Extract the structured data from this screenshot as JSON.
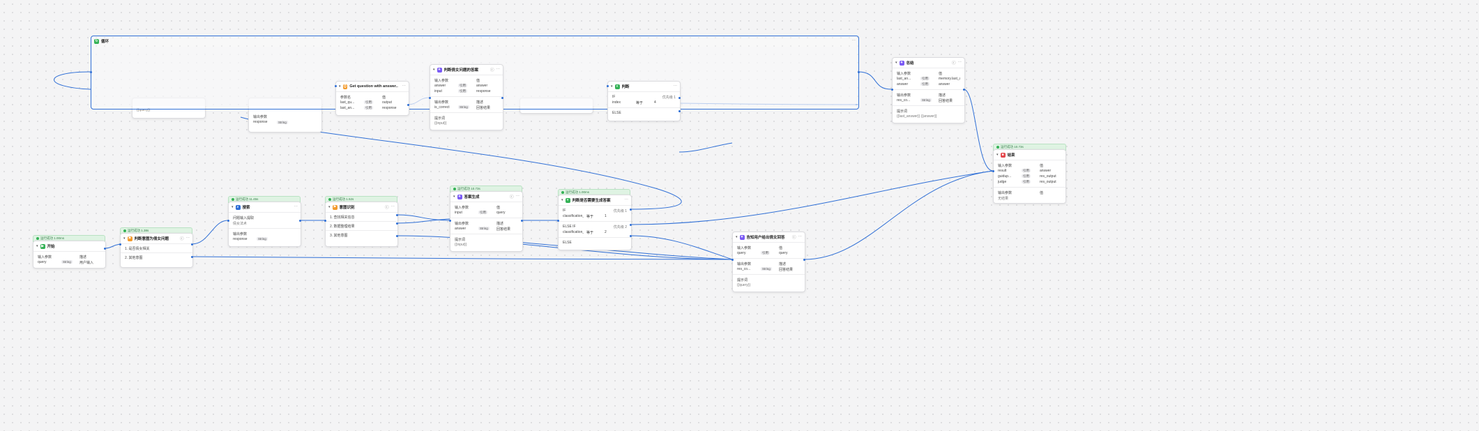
{
  "colors": {
    "accent": "#2f6fd6",
    "success": "#35b257",
    "background": "#f4f4f5"
  },
  "loop": {
    "title": "循环",
    "icon": "loop-icon"
  },
  "start": {
    "badge": "运行成功 1.00ms",
    "title": "开始",
    "input_header": "输入参数",
    "type_header": "描述",
    "param": "query",
    "type": "String",
    "desc": "用户输入"
  },
  "intent1": {
    "badge": "运行成功 1.38s",
    "title": "判断意图为倩女问题",
    "items": [
      "1. 是否倩女相关",
      "2. 其他意图"
    ]
  },
  "search": {
    "badge": "运行成功 11.45s",
    "title": "搜索",
    "in_header": "问题输入提取",
    "in_value": "倩女法术",
    "out_header": "输出参数",
    "out_name": "response",
    "out_type": "String"
  },
  "intent2": {
    "badge": "运行成功 1.52s",
    "title": "意图识别",
    "items": [
      "1. 查找相关信息",
      "2. 数据整理结果",
      "3. 其他意图"
    ]
  },
  "answer": {
    "badge": "运行成功 10.73s",
    "title": "答案生成",
    "in_header": "输入参数",
    "in_col": "值",
    "in_name": "input",
    "in_ref": "引用",
    "in_val": "query",
    "out_header": "输出参数",
    "out_col": "描述",
    "out_name": "answer",
    "out_type": "String",
    "out_desc": "回答结果",
    "prompt_label": "提示词",
    "prompt_val": "{{input}}"
  },
  "cond": {
    "badge": "运行成功 1.00ms",
    "title": "判断是否需要生成答案",
    "if_label": "IF",
    "prio1": "优先级 1",
    "c1_var": "classification_id",
    "c1_op": "等于",
    "c1_val": "1",
    "elif_label": "ELSE IF",
    "prio2": "优先级 2",
    "c2_var": "classification_id",
    "c2_op": "等于",
    "c2_val": "2",
    "else_label": "ELSE"
  },
  "rewrite": {
    "title": "告知用户给出倩女回答",
    "in_header": "输入参数",
    "in_col": "值",
    "in_name": "query",
    "in_ref": "引用",
    "in_val": "query",
    "out_header": "输出参数",
    "out_col": "描述",
    "out_name": "res_co...",
    "out_type": "String",
    "out_desc": "回答结果",
    "prompt_label": "提示词",
    "prompt_val": "{{query}}"
  },
  "end": {
    "badge": "运行成功 10.73s",
    "title": "结束",
    "in_header": "输入参数",
    "in_col": "值",
    "rows": [
      {
        "name": "result",
        "ref": "引用",
        "val": "answer"
      },
      {
        "name": "guidup...",
        "ref": "引用",
        "val": "res_output"
      },
      {
        "name": "judge",
        "ref": "引用",
        "val": "res_output"
      }
    ],
    "out_header": "输出参数",
    "out_col": "值",
    "out_val": "无结果"
  },
  "summary": {
    "title": "总结",
    "in_header": "输入参数",
    "in_col": "值",
    "rows": [
      {
        "name": "last_an...",
        "ref": "引用",
        "val": "memory.last_answer"
      },
      {
        "name": "answer",
        "ref": "引用",
        "val": "answer"
      }
    ],
    "out_header": "输出参数",
    "out_col": "描述",
    "out_name": "res_co...",
    "out_type": "String",
    "out_desc": "回答结果",
    "prompt_label": "提示词",
    "prompt_val": "{{last_answer}} {{answer}}"
  },
  "judge": {
    "title": "判断",
    "if_label": "IF",
    "prio": "优先级 1",
    "c_var": "index",
    "c_op": "等于",
    "c_val": "4",
    "else_label": "ELSE"
  },
  "getq": {
    "title": "Get question with answer...",
    "p_header": "参数名",
    "v_header": "值",
    "rows": [
      {
        "name": "last_qu...",
        "ref": "引用",
        "val": "output"
      },
      {
        "name": "last_an...",
        "ref": "引用",
        "val": "response"
      }
    ]
  },
  "proc": {
    "title": "判断倩女问题的答案",
    "in_header": "输入参数",
    "in_col": "值",
    "rows": [
      {
        "name": "answer",
        "ref": "引用",
        "val": "answer"
      },
      {
        "name": "input",
        "ref": "引用",
        "val": "response"
      }
    ],
    "out_header": "输出参数",
    "out_col": "描述",
    "out_name": "is_correct",
    "out_type": "String",
    "out_desc": "回答结果",
    "prompt_label": "提示词",
    "prompt_val": "{{input}}"
  },
  "partial": {
    "a_text": "{{query}}",
    "b_header": "输出参数",
    "b_name": "response",
    "b_type": "String"
  }
}
